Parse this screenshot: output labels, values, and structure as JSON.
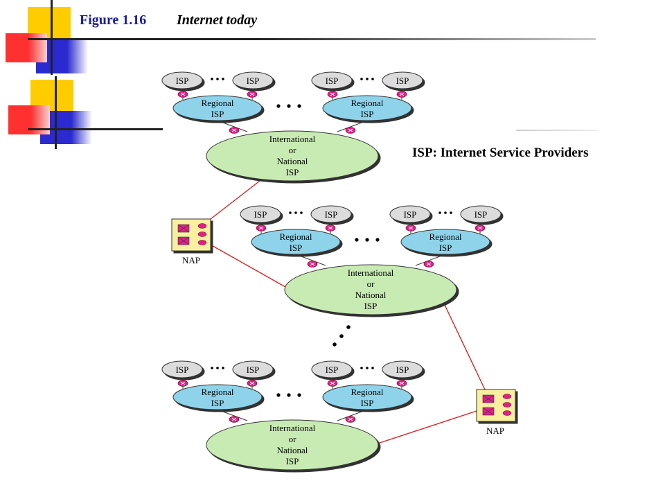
{
  "header": {
    "figure_label": "Figure 1.16",
    "figure_title": "Internet today"
  },
  "note": "ISP: Internet Service Providers",
  "labels": {
    "isp": "ISP",
    "regional_line1": "Regional",
    "regional_line2": "ISP",
    "intl_line1": "International",
    "intl_line2": "or",
    "intl_line3": "National",
    "intl_line4": "ISP",
    "nap": "NAP",
    "ellipsis": "• • •"
  },
  "colors": {
    "title_blue": "#1a1aa6",
    "regional_fill": "#8fd3ea",
    "intl_fill": "#c8ebb4",
    "isp_fill": "#dcdcdc",
    "router": "#e0208a",
    "nap_fill": "#f8f0a0",
    "link_red": "#e02020",
    "deco_yellow": "#ffcc00",
    "deco_red": "#ff3030",
    "deco_blue": "#2a2ad0"
  }
}
